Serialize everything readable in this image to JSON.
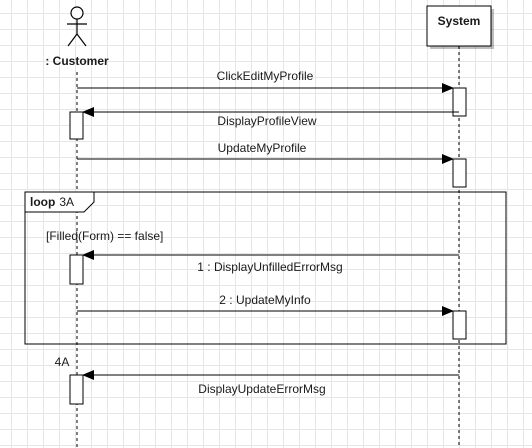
{
  "participants": {
    "customer": {
      "label": ": Customer"
    },
    "system": {
      "label": "System"
    }
  },
  "loop": {
    "keyword": "loop",
    "name": "3A",
    "guard": "[Filled(Form) == false]"
  },
  "notes": {
    "alt_4a": "4A"
  },
  "messages": [
    {
      "label": "ClickEditMyProfile"
    },
    {
      "label": "DisplayProfileView"
    },
    {
      "label": "UpdateMyProfile"
    },
    {
      "label": "1 : DisplayUnfilledErrorMsg"
    },
    {
      "label": "2 : UpdateMyInfo"
    },
    {
      "label": "DisplayUpdateErrorMsg"
    }
  ]
}
